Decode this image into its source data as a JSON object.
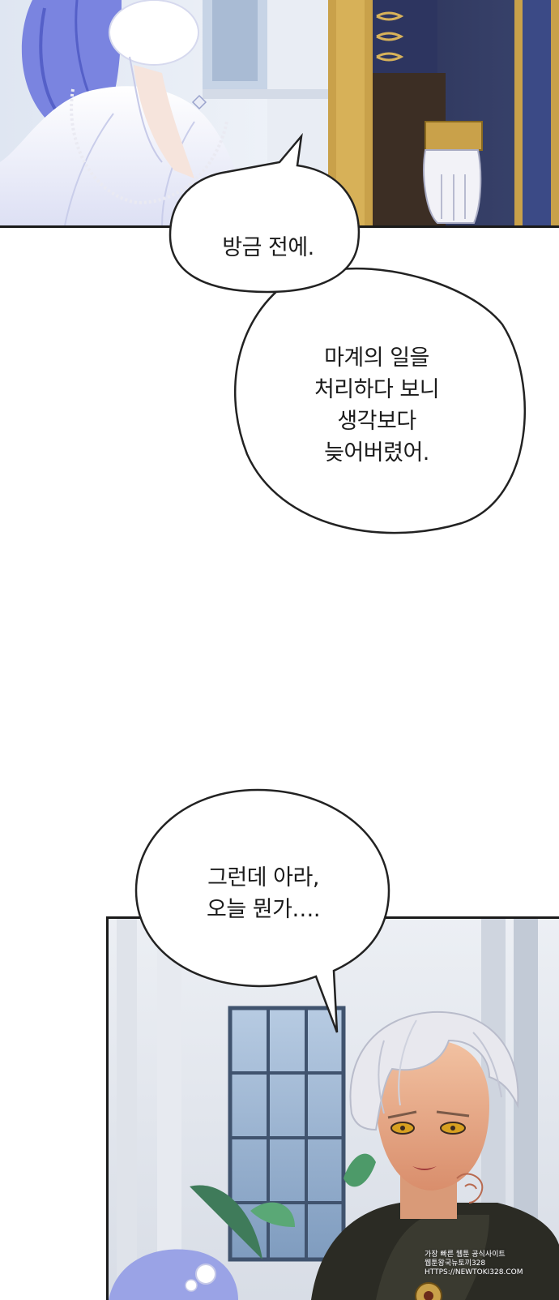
{
  "bubbles": {
    "b1": {
      "lines": [
        "방금 전에."
      ]
    },
    "b2": {
      "lines": [
        "마계의 일을",
        "처리하다 보니",
        "생각보다",
        "늦어버렸어."
      ]
    },
    "b3": {
      "lines": [
        "그런데 아라,",
        "오늘 뭔가…."
      ]
    }
  },
  "watermark": {
    "lines": [
      "가장 빠른 웹툰 공식사이트",
      "웹툰왕국뉴토끼328",
      "HTTPS://NEWTOKI328.COM"
    ]
  },
  "colors": {
    "panel_border": "#1a1a1a",
    "bubble_fill": "#ffffff",
    "bubble_stroke": "#222222",
    "hair_blue": "#7a84e0",
    "hair_white": "#e8e8ee",
    "coat_navy": "#2d3560",
    "gold_trim": "#c9a14a",
    "eye_gold": "#d8a020"
  }
}
